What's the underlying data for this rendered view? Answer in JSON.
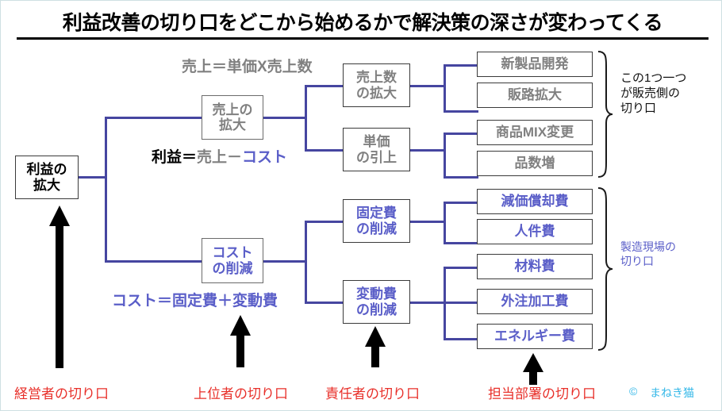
{
  "page": {
    "title": "利益改善の切り口をどこから始めるかで解決策の深さが変わってくる",
    "background": "#ffffff",
    "accent_blue": "#4646a0",
    "text_blue": "#5a5ec8",
    "text_gray": "#808080",
    "caption_red": "#e8302a",
    "credit_cyan": "#35b8e8"
  },
  "root": {
    "label": "利益の\n拡大"
  },
  "level1": [
    {
      "label": "売上の\n拡大"
    },
    {
      "label": "コスト\nの削減"
    }
  ],
  "level2": [
    {
      "label": "売上数\nの拡大"
    },
    {
      "label": "単価\nの引上"
    },
    {
      "label": "固定費\nの削減"
    },
    {
      "label": "変動費\nの削減"
    }
  ],
  "leaves_sales": [
    {
      "label": "新製品開発"
    },
    {
      "label": "販路拡大"
    },
    {
      "label": "商品MIX変更"
    },
    {
      "label": "品数増"
    }
  ],
  "leaves_cost": [
    {
      "label": "減価償却費"
    },
    {
      "label": "人件費"
    },
    {
      "label": "材料費"
    },
    {
      "label": "外注加工費"
    },
    {
      "label": "エネルギー費"
    }
  ],
  "formulas": {
    "sales": {
      "full": "売上＝単価X売上数"
    },
    "profit": {
      "part1": "利益＝",
      "part2": "売上－",
      "part3": "コスト"
    },
    "cost": {
      "full": "コスト＝固定費＋変動費"
    }
  },
  "annotations": {
    "sales_side": "この1つ一つ\nが販売側の\n切り口",
    "factory_side": "製造現場の\n切り口"
  },
  "captions": [
    {
      "label": "経営者の切り口"
    },
    {
      "label": "上位者の切り口"
    },
    {
      "label": "責任者の切り口"
    },
    {
      "label": "担当部署の切り口"
    }
  ],
  "credit": {
    "symbol": "©",
    "name": "まねき猫"
  }
}
